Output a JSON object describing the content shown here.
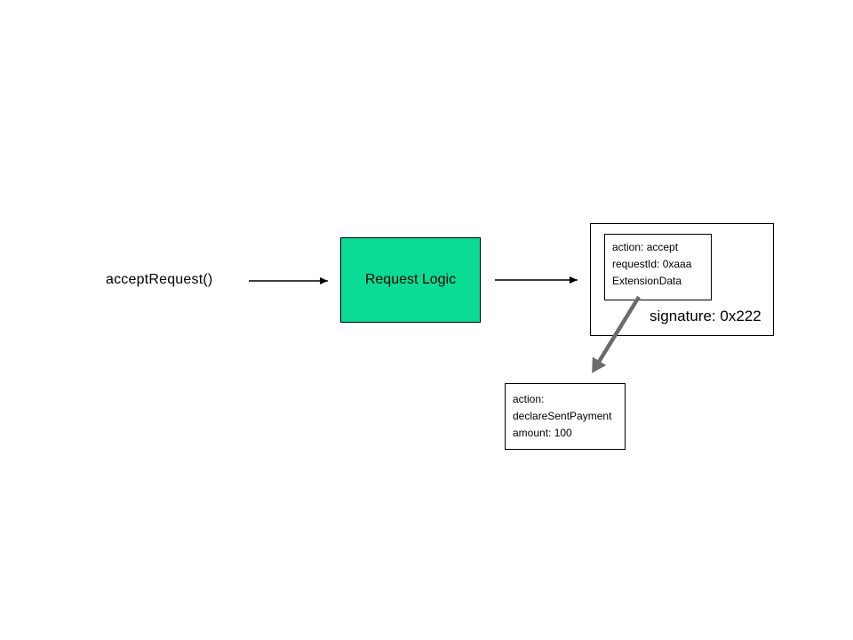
{
  "diagram": {
    "caller_label": "acceptRequest()",
    "logic_box": {
      "label": "Request Logic"
    },
    "signed_message_box": {
      "payload_lines": [
        "action: accept",
        "requestId: 0xaaa",
        "ExtensionData"
      ],
      "signature_label": "signature: 0x222"
    },
    "payment_box": {
      "lines": [
        "action:",
        "declareSentPayment",
        "amount: 100"
      ]
    },
    "colors": {
      "logic_box_fill": "#0adc96",
      "arrow_gray": "#6b6b6b",
      "line_black": "#000000",
      "background": "#ffffff"
    }
  }
}
